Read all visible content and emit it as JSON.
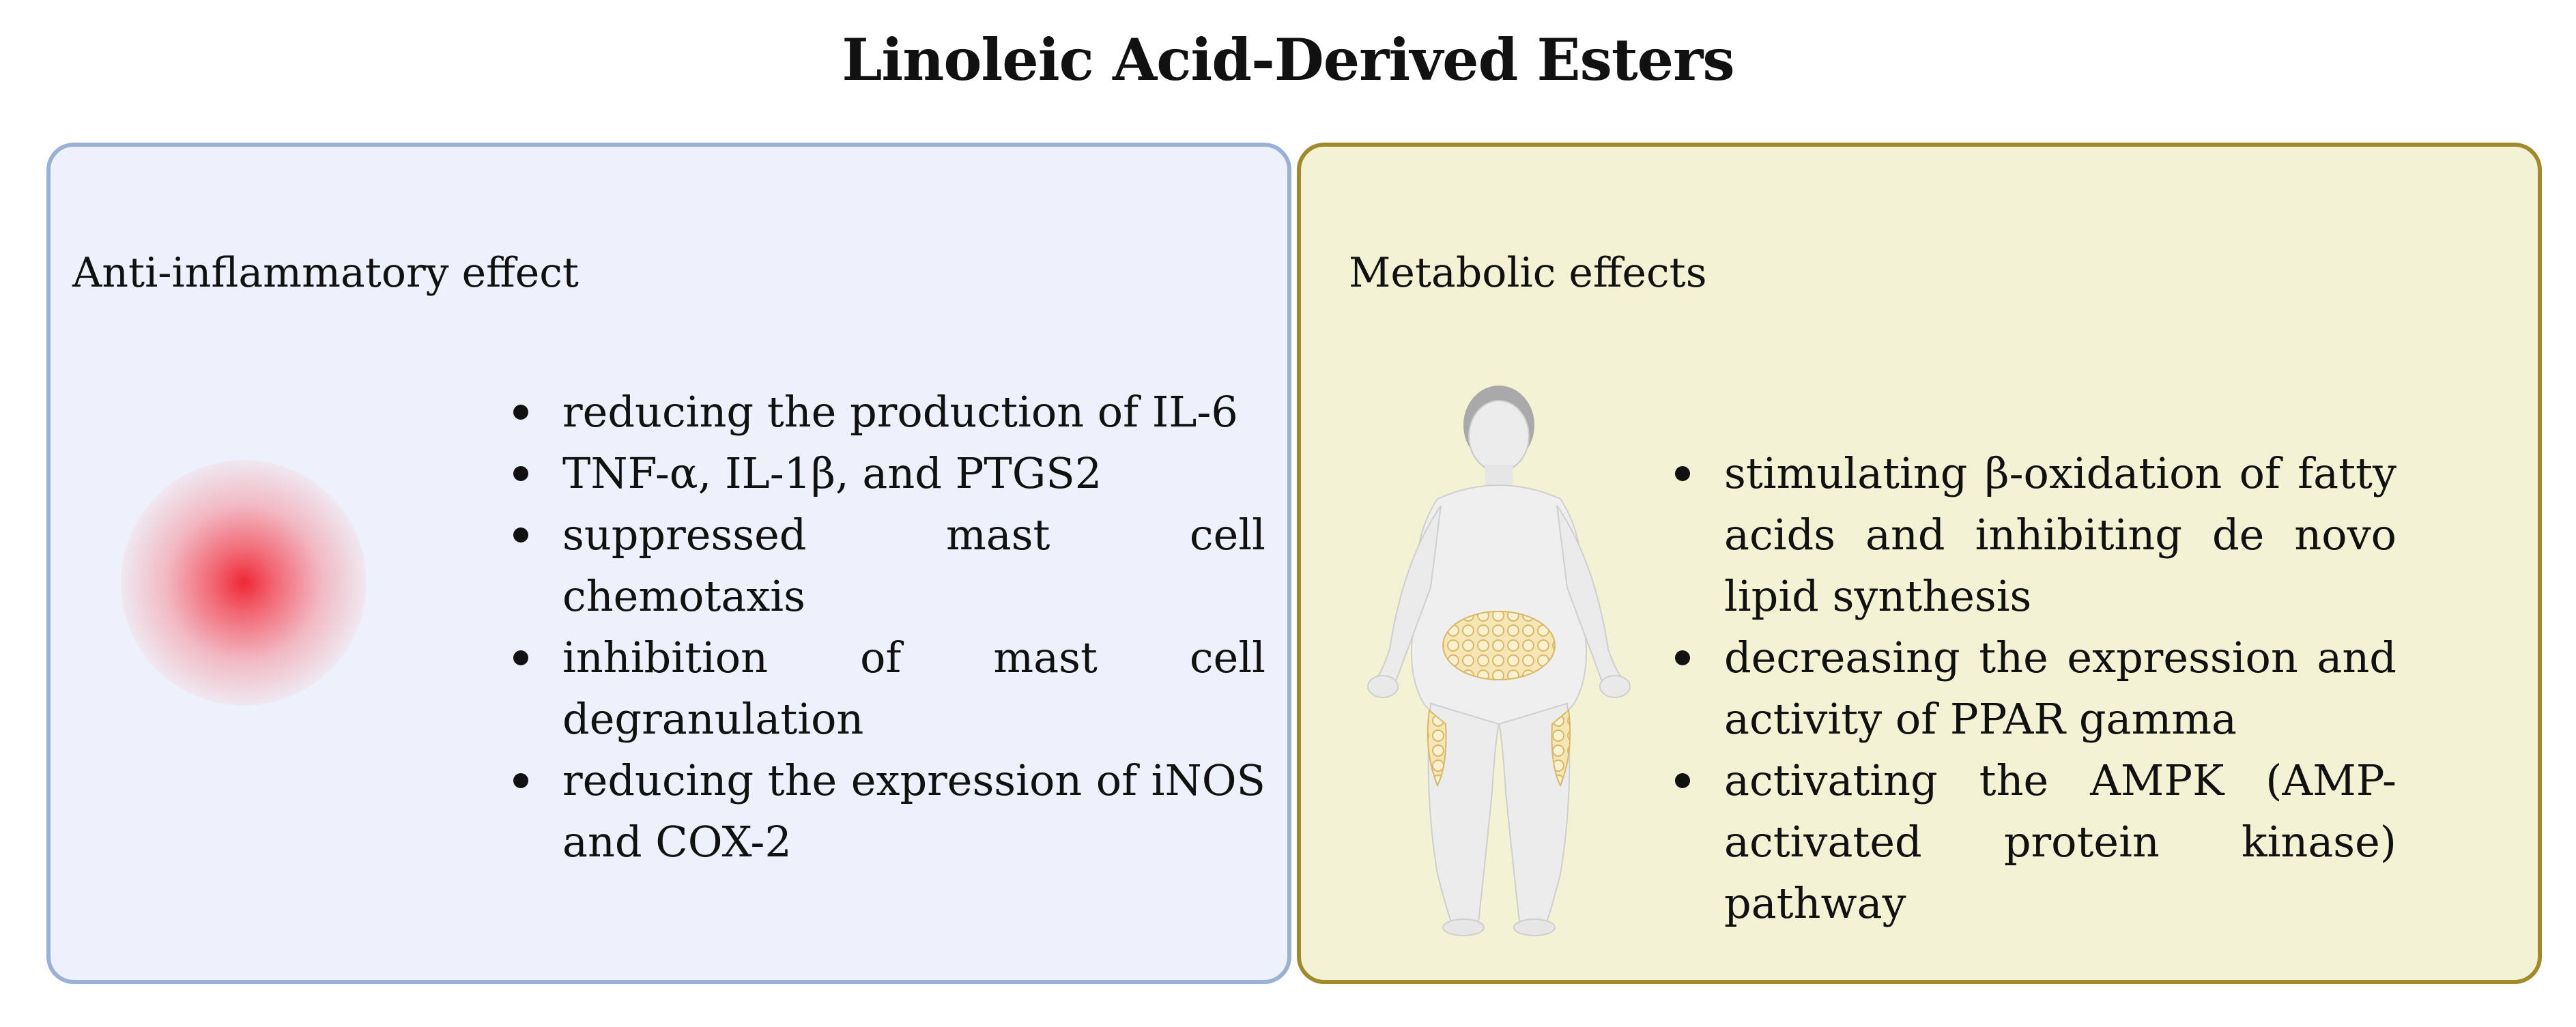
{
  "title": "Linoleic Acid-Derived Esters",
  "left_panel": {
    "heading": "Anti-inflammatory effect",
    "items": [
      "reducing the production of IL-6",
      "TNF-α, IL-1β, and PTGS2",
      "suppressed mast cell chemotaxis",
      "inhibition of mast cell degranulation",
      "reducing the expression of iNOS and COX-2"
    ],
    "icon": "inflammation-glow-icon"
  },
  "right_panel": {
    "heading": "Metabolic effects",
    "items": [
      "stimulating β-oxidation of fatty acids and inhibiting de novo lipid synthesis",
      "decreasing the expression and activity of PPAR gamma",
      "activating the AMPK (AMP-activated protein kinase) pathway"
    ],
    "icon": "obese-person-fat-tissue-icon"
  },
  "colors": {
    "left_fill": "#ecf1fb",
    "left_border": "#9ab0d4",
    "right_fill": "#f4f2d4",
    "right_border": "#a08a2c",
    "inflammation": "#ee2836",
    "fat_cells": "#f2dc9a"
  }
}
